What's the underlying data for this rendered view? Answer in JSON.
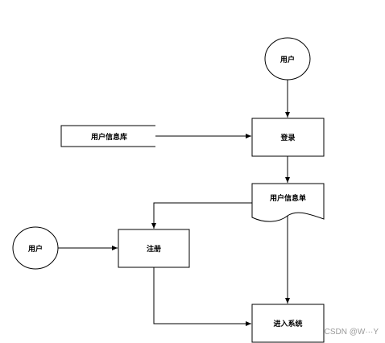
{
  "diagram": {
    "nodes": {
      "user_top": {
        "label": "用户",
        "shape": "circle"
      },
      "user_db": {
        "label": "用户信息库",
        "shape": "data-store"
      },
      "login": {
        "label": "登录",
        "shape": "rectangle"
      },
      "user_info": {
        "label": "用户信息单",
        "shape": "document"
      },
      "user_left": {
        "label": "用户",
        "shape": "circle"
      },
      "register": {
        "label": "注册",
        "shape": "rectangle"
      },
      "enter_system": {
        "label": "进入系统",
        "shape": "rectangle"
      }
    },
    "edges": [
      {
        "from": "user_top",
        "to": "login"
      },
      {
        "from": "user_db",
        "to": "login"
      },
      {
        "from": "login",
        "to": "user_info"
      },
      {
        "from": "user_info",
        "to": "register"
      },
      {
        "from": "user_info",
        "to": "enter_system"
      },
      {
        "from": "user_left",
        "to": "register"
      },
      {
        "from": "register",
        "to": "enter_system"
      }
    ],
    "colors": {
      "stroke": "#000000",
      "fill": "#ffffff",
      "watermark": "#9a9a9a"
    }
  },
  "watermark": {
    "text": "CSDN @W···Y"
  }
}
